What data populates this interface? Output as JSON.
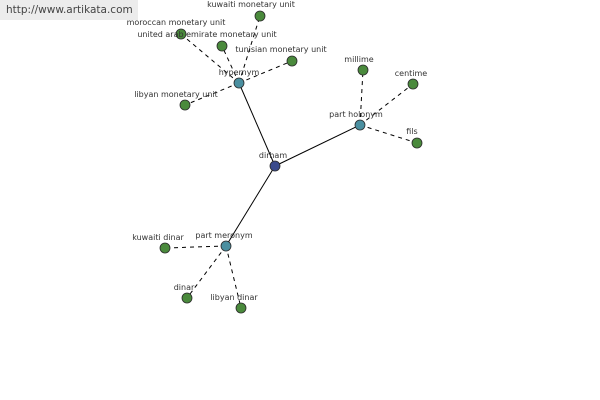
{
  "watermark": "http://www.artikata.com",
  "colors": {
    "root": "#3a4a8c",
    "relation": "#4a8fa0",
    "leaf": "#4a8a3c"
  },
  "nodes": [
    {
      "id": "dirham",
      "label": "dirham",
      "kind": "root"
    },
    {
      "id": "hypernym",
      "label": "hypernym",
      "kind": "relation"
    },
    {
      "id": "part-holonym",
      "label": "part holonym",
      "kind": "relation"
    },
    {
      "id": "part-meronym",
      "label": "part meronym",
      "kind": "relation"
    },
    {
      "id": "kuwaiti-monetary-unit",
      "label": "kuwaiti monetary unit",
      "kind": "leaf"
    },
    {
      "id": "moroccan-monetary-unit",
      "label": "moroccan monetary unit",
      "kind": "leaf"
    },
    {
      "id": "united-arab-emirate-monetary-unit",
      "label": "united arab emirate monetary unit",
      "kind": "leaf"
    },
    {
      "id": "tunisian-monetary-unit",
      "label": "tunisian monetary unit",
      "kind": "leaf"
    },
    {
      "id": "libyan-monetary-unit",
      "label": "libyan monetary unit",
      "kind": "leaf"
    },
    {
      "id": "millime",
      "label": "millime",
      "kind": "leaf"
    },
    {
      "id": "centime",
      "label": "centime",
      "kind": "leaf"
    },
    {
      "id": "fils",
      "label": "fils",
      "kind": "leaf"
    },
    {
      "id": "kuwaiti-dinar",
      "label": "kuwaiti dinar",
      "kind": "leaf"
    },
    {
      "id": "dinar",
      "label": "dinar",
      "kind": "leaf"
    },
    {
      "id": "libyan-dinar",
      "label": "libyan dinar",
      "kind": "leaf"
    }
  ],
  "edges": [
    {
      "from": "dirham",
      "to": "hypernym",
      "style": "solid"
    },
    {
      "from": "dirham",
      "to": "part-holonym",
      "style": "solid"
    },
    {
      "from": "dirham",
      "to": "part-meronym",
      "style": "solid"
    },
    {
      "from": "hypernym",
      "to": "kuwaiti-monetary-unit",
      "style": "dashed"
    },
    {
      "from": "hypernym",
      "to": "moroccan-monetary-unit",
      "style": "dashed"
    },
    {
      "from": "hypernym",
      "to": "united-arab-emirate-monetary-unit",
      "style": "dashed"
    },
    {
      "from": "hypernym",
      "to": "tunisian-monetary-unit",
      "style": "dashed"
    },
    {
      "from": "hypernym",
      "to": "libyan-monetary-unit",
      "style": "dashed"
    },
    {
      "from": "part-holonym",
      "to": "millime",
      "style": "dashed"
    },
    {
      "from": "part-holonym",
      "to": "centime",
      "style": "dashed"
    },
    {
      "from": "part-holonym",
      "to": "fils",
      "style": "dashed"
    },
    {
      "from": "part-meronym",
      "to": "kuwaiti-dinar",
      "style": "dashed"
    },
    {
      "from": "part-meronym",
      "to": "dinar",
      "style": "dashed"
    },
    {
      "from": "part-meronym",
      "to": "libyan-dinar",
      "style": "dashed"
    }
  ]
}
